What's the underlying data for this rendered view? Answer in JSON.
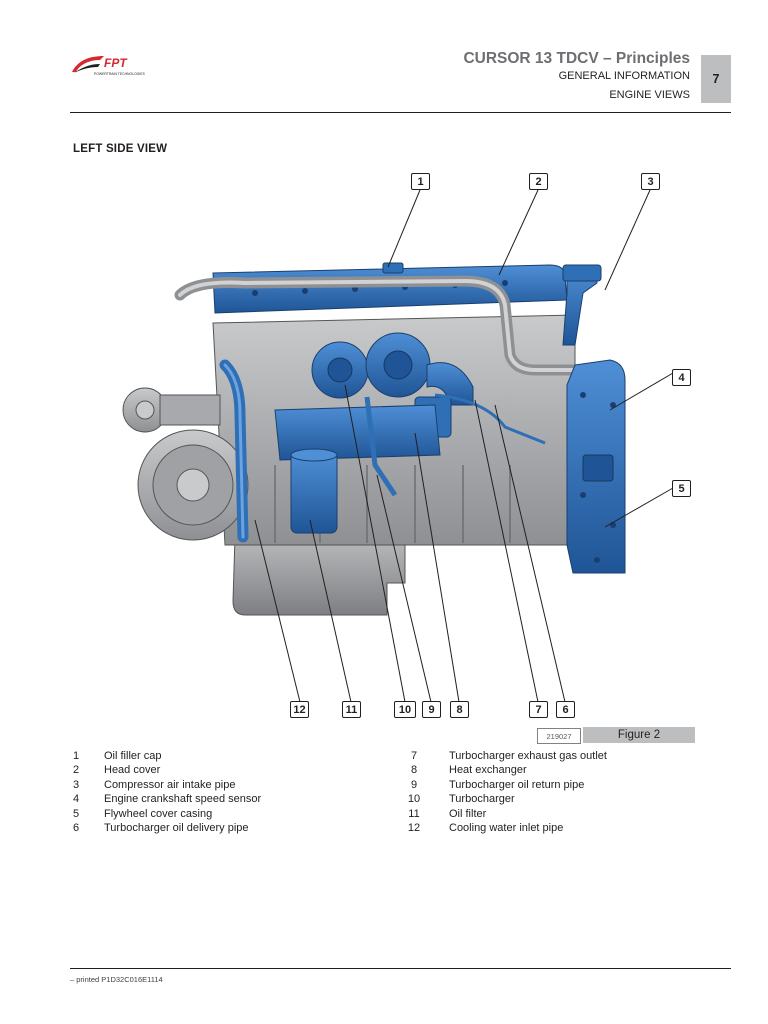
{
  "header": {
    "logo_text": "FPT",
    "logo_tagline": "POWERTRAIN TECHNOLOGIES",
    "document_title": "CURSOR 13 TDCV – Principles",
    "section": "GENERAL INFORMATION",
    "subsection": "ENGINE VIEWS",
    "page_number": "7"
  },
  "view_heading": "LEFT SIDE VIEW",
  "figure": {
    "number": "219027",
    "label": "Figure 2",
    "callouts": [
      "1",
      "2",
      "3",
      "4",
      "5",
      "6",
      "7",
      "8",
      "9",
      "10",
      "11",
      "12"
    ]
  },
  "legend": [
    {
      "num": "1",
      "text": "Oil filler cap"
    },
    {
      "num": "2",
      "text": "Head cover"
    },
    {
      "num": "3",
      "text": "Compressor air intake pipe"
    },
    {
      "num": "4",
      "text": "Engine crankshaft speed sensor"
    },
    {
      "num": "5",
      "text": "Flywheel cover casing"
    },
    {
      "num": "6",
      "text": "Turbocharger oil delivery pipe"
    },
    {
      "num": "7",
      "text": "Turbocharger exhaust gas outlet"
    },
    {
      "num": "8",
      "text": "Heat exchanger"
    },
    {
      "num": "9",
      "text": "Turbocharger oil return pipe"
    },
    {
      "num": "10",
      "text": "Turbocharger"
    },
    {
      "num": "11",
      "text": "Oil filter"
    },
    {
      "num": "12",
      "text": "Cooling water inlet pipe"
    }
  ],
  "footer": {
    "text": "– printed P1D32C016E1114"
  },
  "colors": {
    "accent_blue": "#2f6fb5",
    "engine_grey": "#a7a9ac",
    "tab_grey": "#bcbec0",
    "logo_red": "#d7282f"
  }
}
